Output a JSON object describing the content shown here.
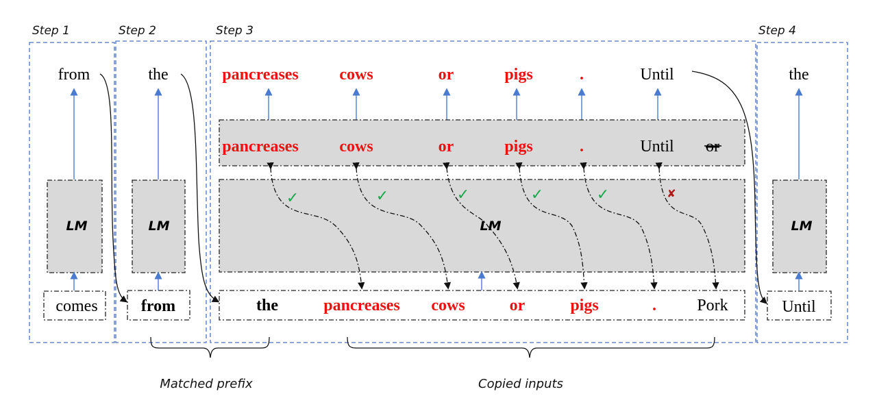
{
  "steps": [
    "Step 1",
    "Step 2",
    "Step 3",
    "Step 4"
  ],
  "lm_label": "LM",
  "step1": {
    "output": "from",
    "input": "comes"
  },
  "step2": {
    "output": "the",
    "input": "from"
  },
  "step3": {
    "outputs": [
      "pancreases",
      "cows",
      "or",
      "pigs",
      ".",
      "Until"
    ],
    "predictions": [
      "pancreases",
      "cows",
      "or",
      "pigs",
      ".",
      "Until",
      "or"
    ],
    "inputs": [
      "the",
      "pancreases",
      "cows",
      "or",
      "pigs",
      ".",
      "Pork"
    ],
    "check_marks": [
      "✓",
      "✓",
      "✓",
      "✓",
      "✓"
    ],
    "reject_mark": "✘"
  },
  "step4": {
    "output": "the",
    "input": "Until"
  },
  "braces": {
    "matched_prefix": "Matched prefix",
    "copied_inputs": "Copied inputs"
  },
  "colors": {
    "copied": "#ee1111",
    "step_border": "#4a72c0",
    "check": "#1aa84a",
    "reject": "#b01818"
  }
}
